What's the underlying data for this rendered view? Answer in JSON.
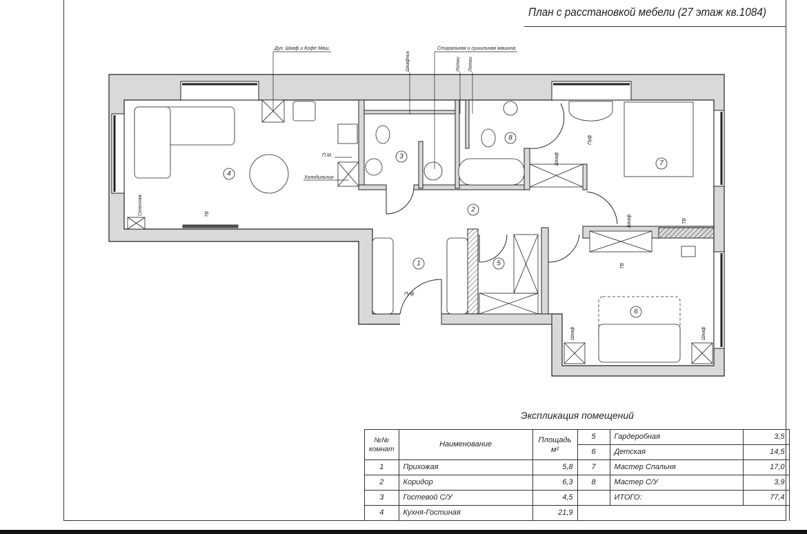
{
  "title": "План с расстановкой мебели (27 этаж кв.1084)",
  "plan": {
    "callouts": {
      "oven_coffee": "Дух. Шкаф и Кофе Маш.",
      "washer_dryer": "Стиральная и сушильная машина",
      "cabinet_small": "Шкафчик",
      "tray1": "Лотки",
      "tray2": "Лотки",
      "dishwasher": "П.М.",
      "fridge": "Холодильник",
      "rack": "Стеллаж",
      "tv_living": "ТВ",
      "pouf_bedroom": "Пуф",
      "wardrobe_corridor": "Шкаф",
      "wardrobe_bedroom": "Шкаф",
      "tv_bedroom": "ТВ",
      "tv_kids": "ТВ",
      "wardrobe_kids_left": "Шкаф",
      "wardrobe_kids_right": "Шкаф",
      "pouf_hall": "Пуф"
    },
    "room_numbers": [
      "1",
      "2",
      "3",
      "4",
      "5",
      "6",
      "7",
      "8"
    ]
  },
  "explication": {
    "title": "Экспликация помещений",
    "headers": {
      "num": "№№ комнат",
      "name": "Наименование",
      "area": "Площадь",
      "area_unit": "м²"
    },
    "rows": [
      {
        "num": "1",
        "name": "Прихожая",
        "area": "5,8"
      },
      {
        "num": "2",
        "name": "Коридор",
        "area": "6,3"
      },
      {
        "num": "3",
        "name": "Гостевой С/У",
        "area": "4,5"
      },
      {
        "num": "4",
        "name": "Кухня-Гостиная",
        "area": "21,9"
      },
      {
        "num": "5",
        "name": "Гардеробная",
        "area": "3,5"
      },
      {
        "num": "6",
        "name": "Детская",
        "area": "14,5"
      },
      {
        "num": "7",
        "name": "Мастер Спальня",
        "area": "17,0"
      },
      {
        "num": "8",
        "name": "Мастер С/У",
        "area": "3,9"
      }
    ],
    "total_label": "ИТОГО:",
    "total_area": "77,4"
  }
}
